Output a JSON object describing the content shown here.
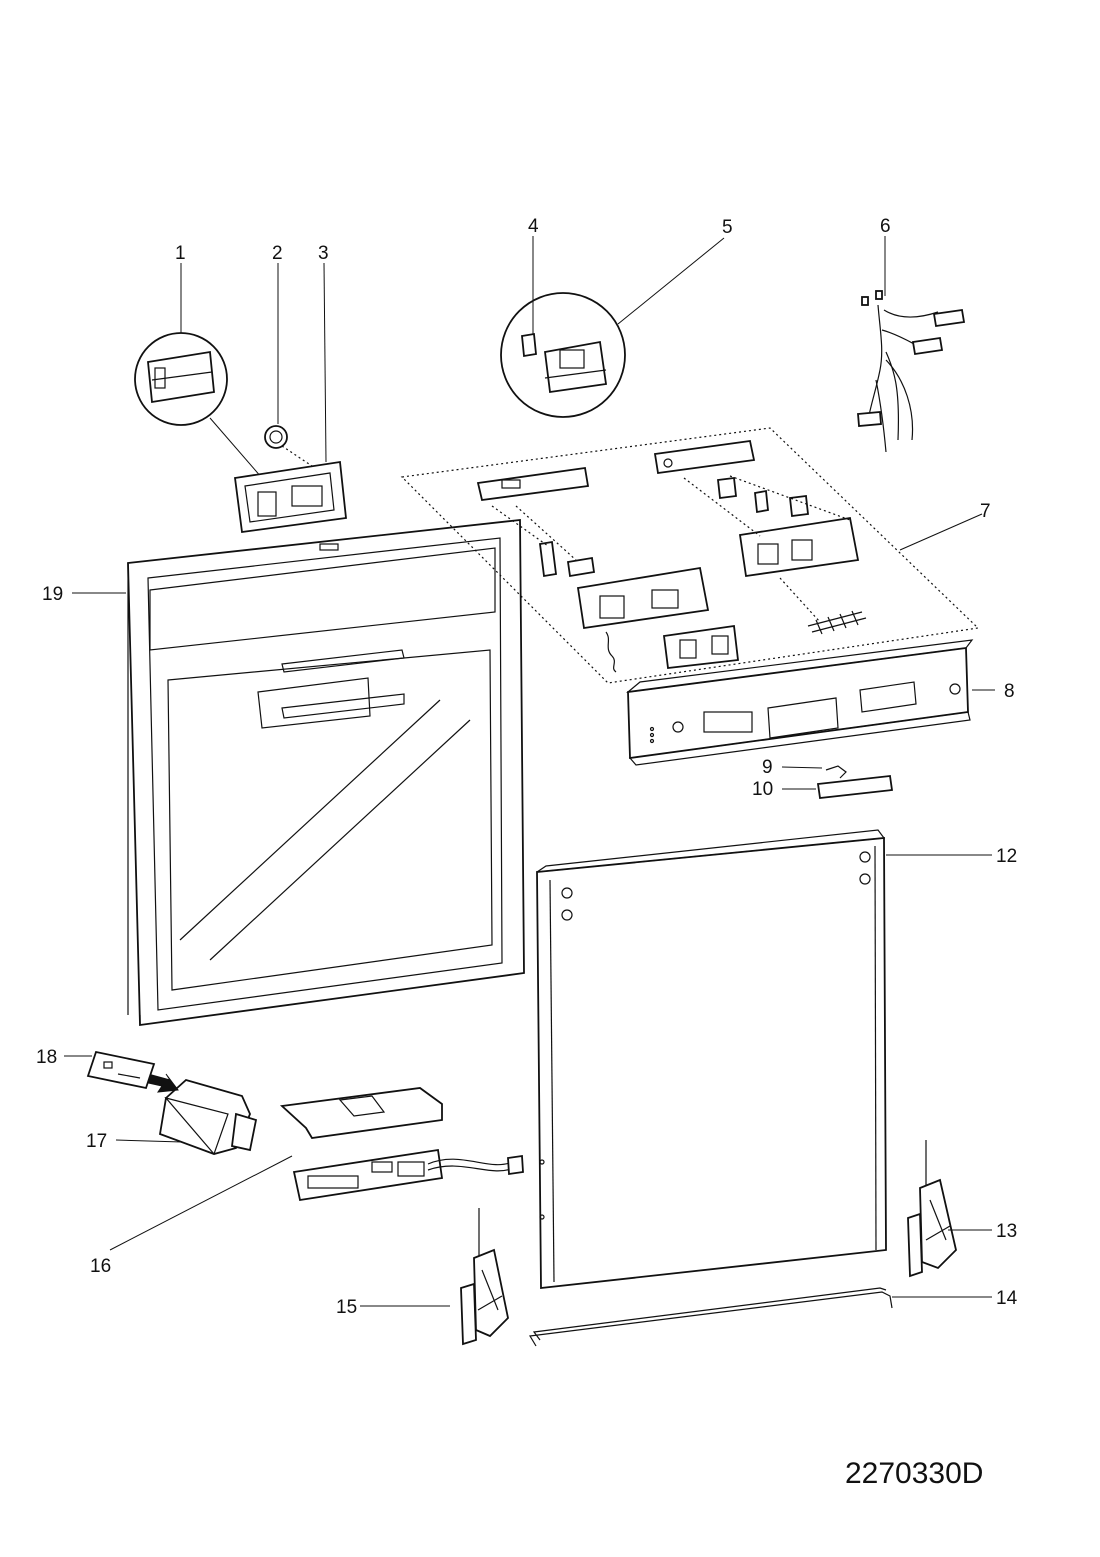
{
  "callouts": [
    {
      "id": "1",
      "label": "1"
    },
    {
      "id": "2",
      "label": "2"
    },
    {
      "id": "3",
      "label": "3"
    },
    {
      "id": "4",
      "label": "4"
    },
    {
      "id": "5",
      "label": "5"
    },
    {
      "id": "6",
      "label": "6"
    },
    {
      "id": "7",
      "label": "7"
    },
    {
      "id": "8",
      "label": "8"
    },
    {
      "id": "9",
      "label": "9"
    },
    {
      "id": "10",
      "label": "10"
    },
    {
      "id": "12",
      "label": "12"
    },
    {
      "id": "13",
      "label": "13"
    },
    {
      "id": "14",
      "label": "14"
    },
    {
      "id": "15",
      "label": "15"
    },
    {
      "id": "16",
      "label": "16"
    },
    {
      "id": "17",
      "label": "17"
    },
    {
      "id": "18",
      "label": "18"
    },
    {
      "id": "19",
      "label": "19"
    }
  ],
  "document_number": "2270330D"
}
